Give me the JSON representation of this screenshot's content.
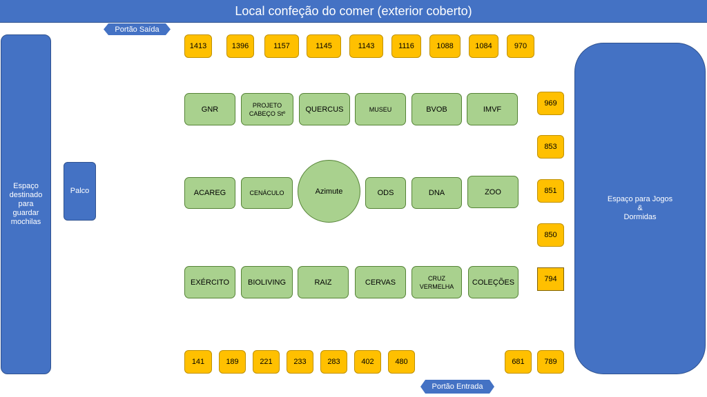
{
  "title": "Local confeção do comer (exterior coberto)",
  "gates": {
    "exit": "Portão Saída",
    "entrance": "Portão Entrada"
  },
  "areas": {
    "backpacks": "Espaço\ndestinado\npara\nguardar\nmochilas",
    "stage": "Palco",
    "games": "Espaço para Jogos\n&\nDormidas"
  },
  "top_numbers": [
    "1413",
    "1396",
    "1157",
    "1145",
    "1143",
    "1116",
    "1088",
    "1084",
    "970"
  ],
  "right_numbers": [
    "969",
    "853",
    "851",
    "850",
    "794"
  ],
  "bottom_numbers": [
    "141",
    "189",
    "221",
    "233",
    "283",
    "402",
    "480",
    "681",
    "789"
  ],
  "stands_row1": [
    "GNR",
    "PROJETO\nCABEÇO Stº",
    "QUERCUS",
    "MUSEU",
    "BVOB",
    "IMVF"
  ],
  "stands_row2": [
    "ACAREG",
    "CENÁCULO",
    "ODS",
    "DNA",
    "ZOO"
  ],
  "center": "Azimute",
  "stands_row3": [
    "EXÉRCITO",
    "BIOLIVING",
    "RAIZ",
    "CERVAS",
    "CRUZ\nVERMELHA",
    "COLEÇÕES"
  ]
}
